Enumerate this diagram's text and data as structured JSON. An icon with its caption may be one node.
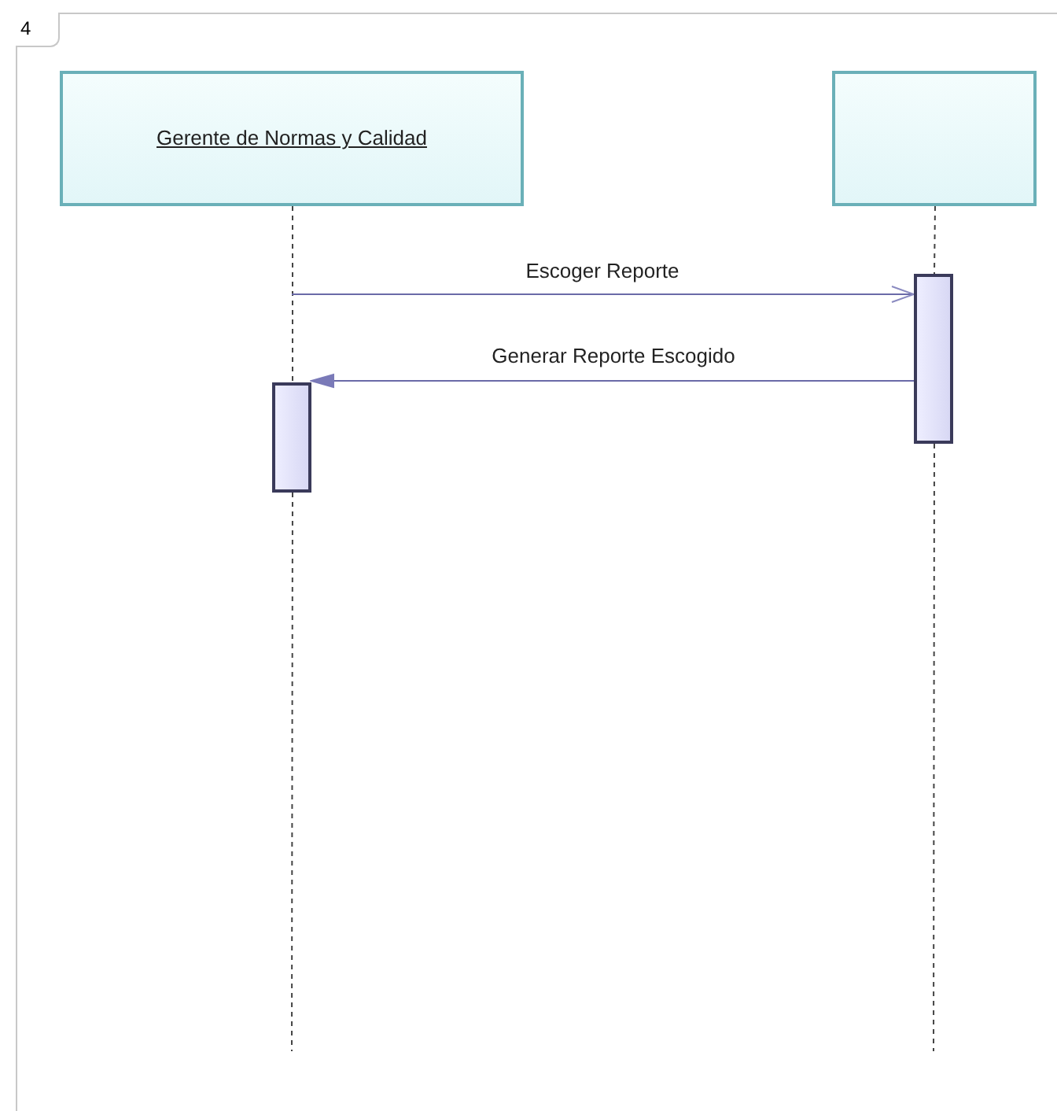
{
  "diagram": {
    "nodes": [
      {
        "text": [
          "Gerente de Normas y Calidad"
        ]
      },
      {
        "text": [],
        "shape": "box"
      },
      {
        "text": [],
        "shape": "bar"
      },
      {
        "text": [],
        "shape": "bar"
      }
    ],
    "edges": [
      {
        "from": 0,
        "to": 2,
        "arrow": "none",
        "style": "dashed"
      },
      {
        "from": 1,
        "to": 3,
        "arrow": "none",
        "style": "dashed"
      },
      {
        "from": 2,
        "to": null,
        "arrow": "none",
        "style": "dashed"
      },
      {
        "from": 3,
        "to": null,
        "arrow": "none",
        "style": "dashed"
      },
      {
        "from": null,
        "to": 3,
        "label": "Escoger Reporte",
        "arrow": "to",
        "color": "#6a6aa8"
      },
      {
        "from": 3,
        "to": 2,
        "label": "Generar Reporte Escogido",
        "arrow": "to",
        "color": "#6a6aa8"
      }
    ],
    "labels": [
      "4"
    ]
  }
}
